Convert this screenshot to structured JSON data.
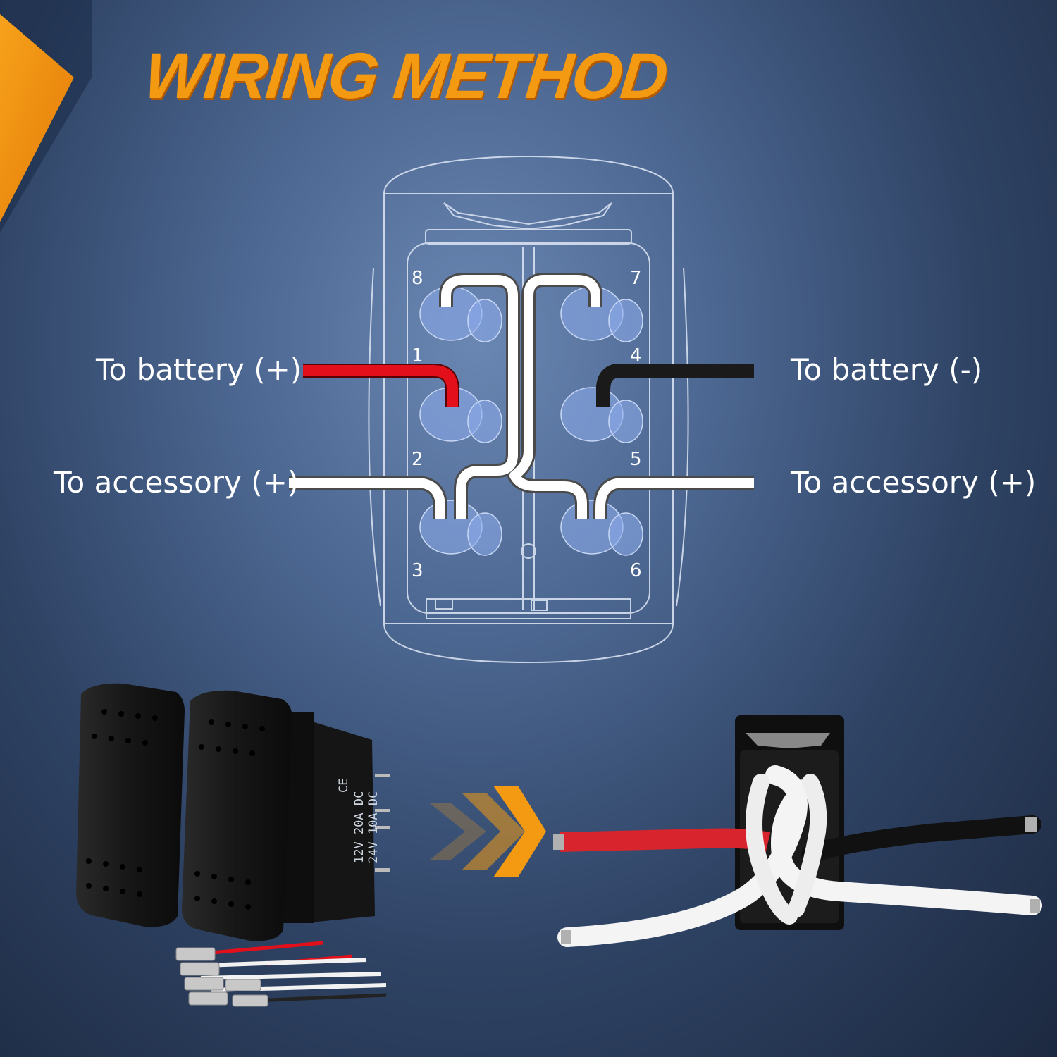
{
  "title": "WIRING METHOD",
  "labels": {
    "battery_positive": "To battery (+)",
    "battery_negative": "To battery (-)",
    "accessory_left": "To accessory (+)",
    "accessory_right": "To accessory (+)"
  },
  "pins": {
    "p1": "1",
    "p2": "2",
    "p3": "3",
    "p4": "4",
    "p5": "5",
    "p6": "6",
    "p7": "7",
    "p8": "8"
  },
  "product": {
    "spec_line1": "12V 20A DC",
    "spec_line2": "24V 10A DC",
    "cert_mark": "CE"
  },
  "colors": {
    "accent_orange": "#f39a12",
    "wire_positive": "#e3101c",
    "wire_negative": "#1a1a1a",
    "wire_accessory": "#ffffff"
  }
}
